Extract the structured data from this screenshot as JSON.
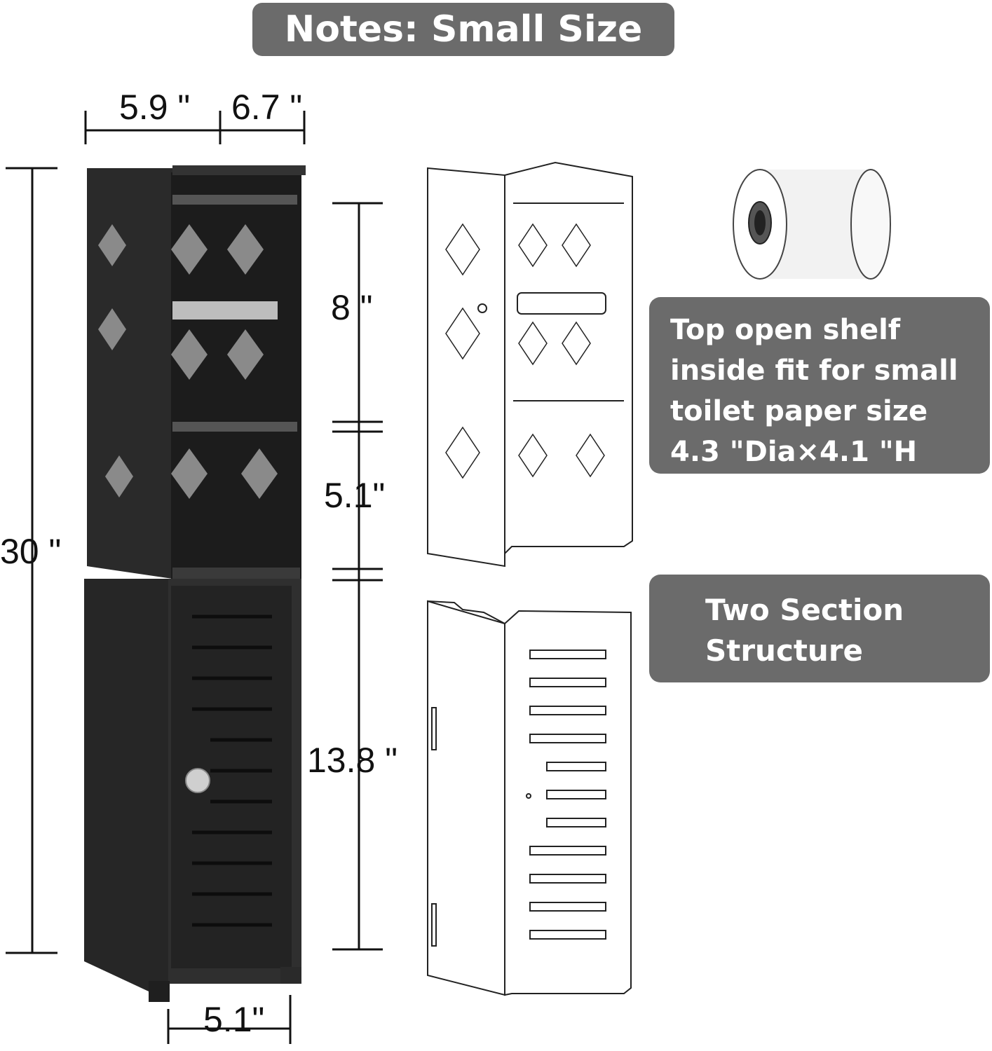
{
  "title": "Notes: Small Size",
  "dimensions": {
    "depth": "5.9 \"",
    "width_top": "6.7 \"",
    "height_total": "30 \"",
    "shelf_top": "8 \"",
    "shelf_middle": "5.1\"",
    "cabinet": "13.8 \"",
    "width_bottom": "5.1\""
  },
  "note_shelf": {
    "lines": [
      "Top open shelf",
      "inside fit for small",
      "toilet paper size",
      "4.3 \"Dia×4.1 \"H"
    ]
  },
  "note_structure": {
    "lines": [
      "Two Section",
      "Structure"
    ]
  },
  "colors": {
    "cabinet": "#2b2b2b",
    "note_bg": "#6b6b6b",
    "note_text": "#ffffff"
  },
  "icons": [
    "toilet-paper-roll",
    "cabinet-photo",
    "top-section-diagram",
    "bottom-section-diagram"
  ]
}
